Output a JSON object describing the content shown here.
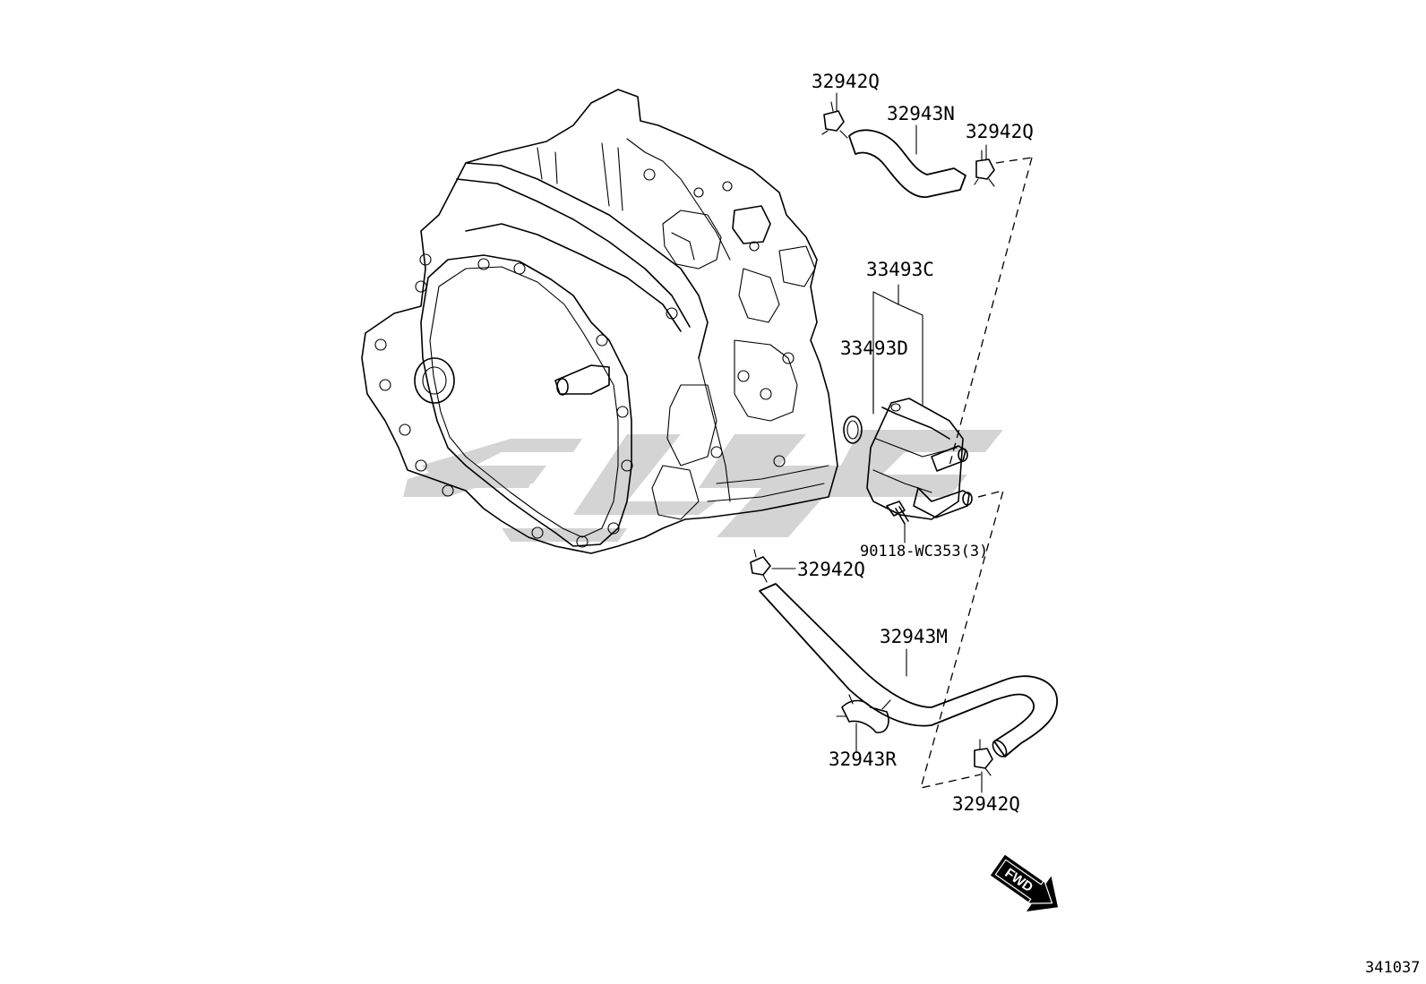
{
  "labels": {
    "clamp_top_left": "32942Q",
    "hose_upper": "32943N",
    "clamp_top_right": "32942Q",
    "cooler": "33493C",
    "oring": "33493D",
    "bolt": "90118-WC353(3)",
    "clamp_mid": "32942Q",
    "hose_lower": "32943M",
    "clip": "32943R",
    "clamp_bottom": "32942Q"
  },
  "fwd_arrow": "FWD",
  "drawing_number": "341037",
  "watermark_color": "#cfcfcf"
}
